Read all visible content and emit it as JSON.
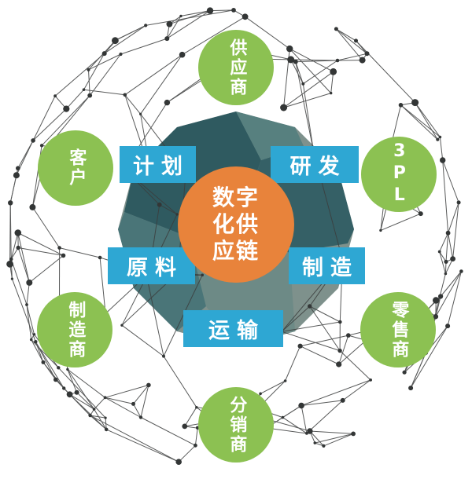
{
  "center_node": {
    "label": "数字化供应链",
    "lines": [
      "数字",
      "化供",
      "应链"
    ]
  },
  "process_nodes": [
    {
      "id": "plan",
      "label": "计划"
    },
    {
      "id": "research",
      "label": "研发"
    },
    {
      "id": "raw-materials",
      "label": "原料"
    },
    {
      "id": "manufacturing",
      "label": "制造"
    },
    {
      "id": "transport",
      "label": "运输"
    }
  ],
  "partner_nodes": [
    {
      "id": "supplier",
      "label": "供应商"
    },
    {
      "id": "customer",
      "label": "客户"
    },
    {
      "id": "third-party-logistics",
      "label": "3PL"
    },
    {
      "id": "manufacturer",
      "label": "制造商"
    },
    {
      "id": "retailer",
      "label": "零售商"
    },
    {
      "id": "distributor",
      "label": "分销商"
    }
  ],
  "colors": {
    "partner_green": "#8CC152",
    "process_blue": "#2EA7D3",
    "center_orange": "#E8833B",
    "sphere_base": "#7E918C",
    "sphere_facet_dark": "#2F5A60",
    "mesh_line": "#3B3D3D",
    "mesh_dot": "#333636",
    "background": "#FFFFFF"
  }
}
